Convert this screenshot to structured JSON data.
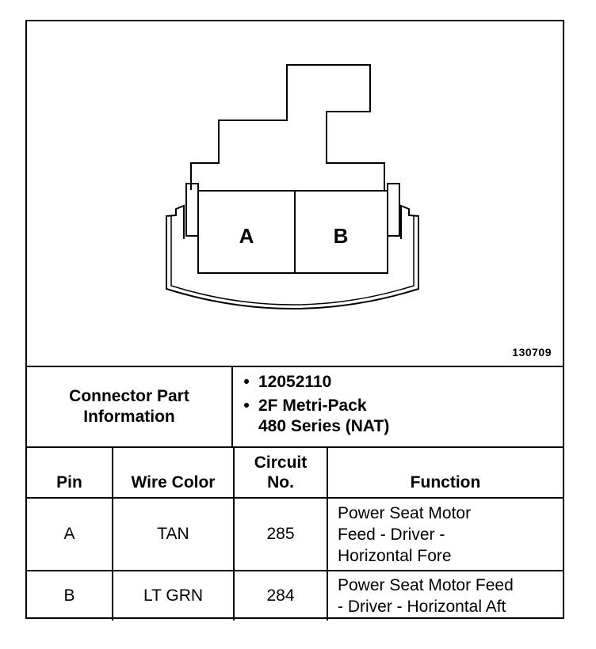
{
  "figure": {
    "id": "130709",
    "pin_labels": [
      "A",
      "B"
    ]
  },
  "connector_info": {
    "label": "Connector Part\nInformation",
    "items": [
      "12052110",
      "2F Metri-Pack\n480 Series (NAT)"
    ]
  },
  "table": {
    "headers": {
      "pin": "Pin",
      "wire_color": "Wire Color",
      "circuit": "Circuit\nNo.",
      "function": "Function"
    },
    "rows": [
      {
        "pin": "A",
        "wire_color": "TAN",
        "circuit": "285",
        "function": "Power Seat Motor\nFeed - Driver -\nHorizontal Fore"
      },
      {
        "pin": "B",
        "wire_color": "LT GRN",
        "circuit": "284",
        "function": "Power Seat Motor Feed\n- Driver - Horizontal Aft"
      }
    ]
  }
}
